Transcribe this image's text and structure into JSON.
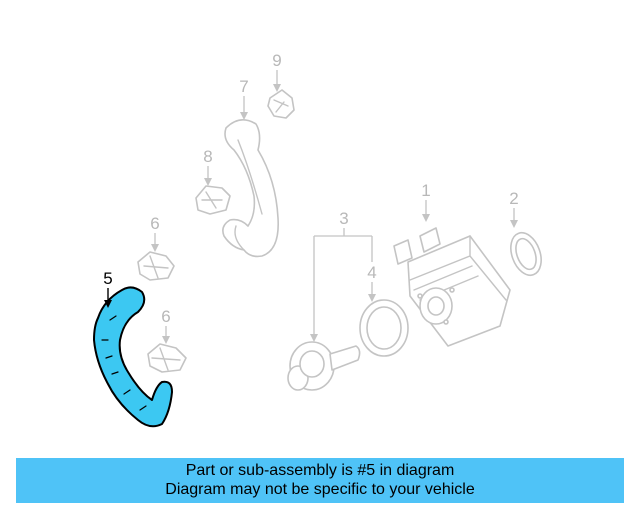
{
  "diagram": {
    "callouts": {
      "c1": "1",
      "c2": "2",
      "c3": "3",
      "c4": "4",
      "c5": "5",
      "c6a": "6",
      "c6b": "6",
      "c7": "7",
      "c8": "8",
      "c9": "9"
    },
    "highlighted_part": "5",
    "colors": {
      "highlight_fill": "#3cc8f2",
      "part_outline": "#c4c4c4",
      "banner_background": "#4fc3f7"
    }
  },
  "banner": {
    "line1": "Part or sub-assembly is #5 in diagram",
    "line2": "Diagram may not be specific to your vehicle"
  }
}
